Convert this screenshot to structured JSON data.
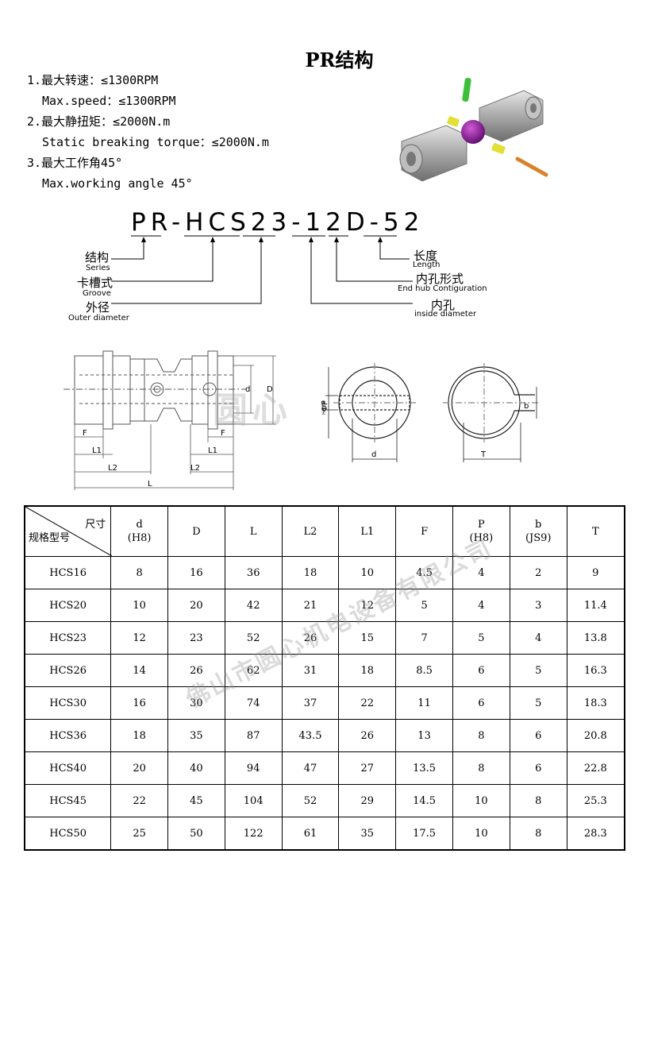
{
  "title": "PR结构",
  "specs": [
    "1.最大转速：≤1300RPM",
    "Max.speed：≤1300RPM",
    "2.最大静扭矩：≤2000N.m",
    "Static breaking torque：≤2000N.m",
    "3.最大工作角45°",
    "Max.working angle 45°"
  ],
  "model_code": "PR-HCS23-12D-52",
  "code_labels": {
    "series_cn": "结构",
    "series_en": "Series",
    "groove_cn": "卡槽式",
    "groove_en": "Groove",
    "outer_cn": "外径",
    "outer_en": "Outer diameter",
    "length_cn": "长度",
    "length_en": "Length",
    "endhub_cn": "内孔形式",
    "endhub_en": "End hub Contiguration",
    "inner_cn": "内孔",
    "inner_en": "inside diameter"
  },
  "drawing_labels": {
    "d": "d",
    "D": "D",
    "F": "F",
    "L1": "L1",
    "L2": "L2",
    "L": "L",
    "phiP": "ΦP",
    "tol": "H8 h6",
    "b": "b",
    "T": "T"
  },
  "watermark_small": "圆心",
  "watermark": "佛山市圆心机电设备有限公司",
  "table": {
    "corner_top": "尺寸",
    "corner_bottom": "规格型号",
    "headers": [
      [
        "d",
        "(H8)"
      ],
      [
        "D",
        ""
      ],
      [
        "L",
        ""
      ],
      [
        "L2",
        ""
      ],
      [
        "L1",
        ""
      ],
      [
        "F",
        ""
      ],
      [
        "P",
        "(H8)"
      ],
      [
        "b",
        "(JS9)"
      ],
      [
        "T",
        ""
      ]
    ],
    "rows": [
      [
        "HCS16",
        "8",
        "16",
        "36",
        "18",
        "10",
        "4.5",
        "4",
        "2",
        "9"
      ],
      [
        "HCS20",
        "10",
        "20",
        "42",
        "21",
        "12",
        "5",
        "4",
        "3",
        "11.4"
      ],
      [
        "HCS23",
        "12",
        "23",
        "52",
        "26",
        "15",
        "7",
        "5",
        "4",
        "13.8"
      ],
      [
        "HCS26",
        "14",
        "26",
        "62",
        "31",
        "18",
        "8.5",
        "6",
        "5",
        "16.3"
      ],
      [
        "HCS30",
        "16",
        "30",
        "74",
        "37",
        "22",
        "11",
        "6",
        "5",
        "18.3"
      ],
      [
        "HCS36",
        "18",
        "35",
        "87",
        "43.5",
        "26",
        "13",
        "8",
        "6",
        "20.8"
      ],
      [
        "HCS40",
        "20",
        "40",
        "94",
        "47",
        "27",
        "13.5",
        "8",
        "6",
        "22.8"
      ],
      [
        "HCS45",
        "22",
        "45",
        "104",
        "52",
        "29",
        "14.5",
        "10",
        "8",
        "25.3"
      ],
      [
        "HCS50",
        "25",
        "50",
        "122",
        "61",
        "35",
        "17.5",
        "10",
        "8",
        "28.3"
      ]
    ]
  }
}
